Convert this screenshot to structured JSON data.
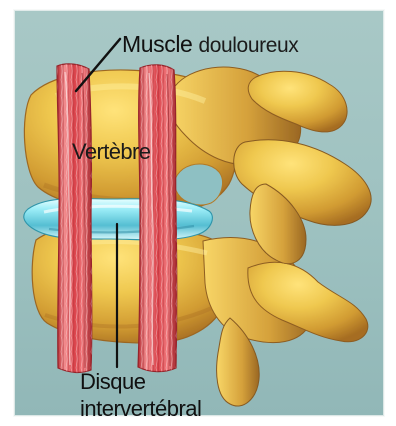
{
  "labels": {
    "muscle_bold": "Muscle",
    "muscle_rest": "douloureux",
    "vertebra": "Vertèbre",
    "disc_line1": "Disque",
    "disc_line2": "intervertébral"
  },
  "colors": {
    "background": "#9fc3c2",
    "bone": "#e7b943",
    "bone_light": "#f7d35b",
    "bone_shadow": "#ad7622",
    "disc": "#75d7e9",
    "disc_light": "#d9fbff",
    "muscle": "#de4b51",
    "muscle_dark": "#a9282d",
    "muscle_light": "#f59a9a",
    "line": "#111111"
  }
}
